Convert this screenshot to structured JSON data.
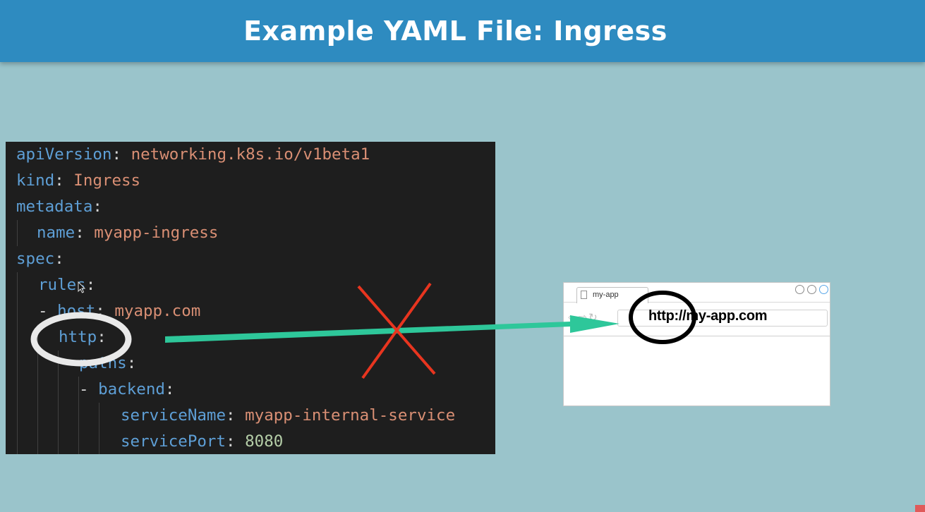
{
  "slide": {
    "title": "Example YAML File: Ingress"
  },
  "yaml_lines": [
    {
      "key": "apiVersion",
      "sep": ": ",
      "value": "networking.k8s.io/v1beta1",
      "vtype": "v"
    },
    {
      "key": "kind",
      "sep": ": ",
      "value": "Ingress",
      "vtype": "v"
    },
    {
      "key": "metadata",
      "sep": ":",
      "value": "",
      "vtype": "v"
    },
    {
      "key": "name",
      "sep": ": ",
      "value": "myapp-ingress",
      "vtype": "v"
    },
    {
      "key": "spec",
      "sep": ":",
      "value": "",
      "vtype": "v"
    },
    {
      "key": "rules",
      "sep": ":",
      "value": "",
      "vtype": "v"
    },
    {
      "key": "host",
      "sep": ": ",
      "value": "myapp.com",
      "vtype": "v"
    },
    {
      "key": "http",
      "sep": ":",
      "value": "",
      "vtype": "v"
    },
    {
      "key": "paths",
      "sep": ":",
      "value": "",
      "vtype": "v"
    },
    {
      "key": "backend",
      "sep": ":",
      "value": "",
      "vtype": "v"
    },
    {
      "key": "serviceName",
      "sep": ": ",
      "value": "myapp-internal-service",
      "vtype": "v"
    },
    {
      "key": "servicePort",
      "sep": ": ",
      "value": "8080",
      "vtype": "n"
    }
  ],
  "browser": {
    "tab_title": "my-app",
    "address": "http://my-app.com",
    "nav_glyphs": "⇦⇨↻"
  },
  "colors": {
    "arrow": "#2ec79a",
    "cross": "#e8351f",
    "title_bar": "#2e8bc0",
    "background": "#9ac4cb"
  }
}
